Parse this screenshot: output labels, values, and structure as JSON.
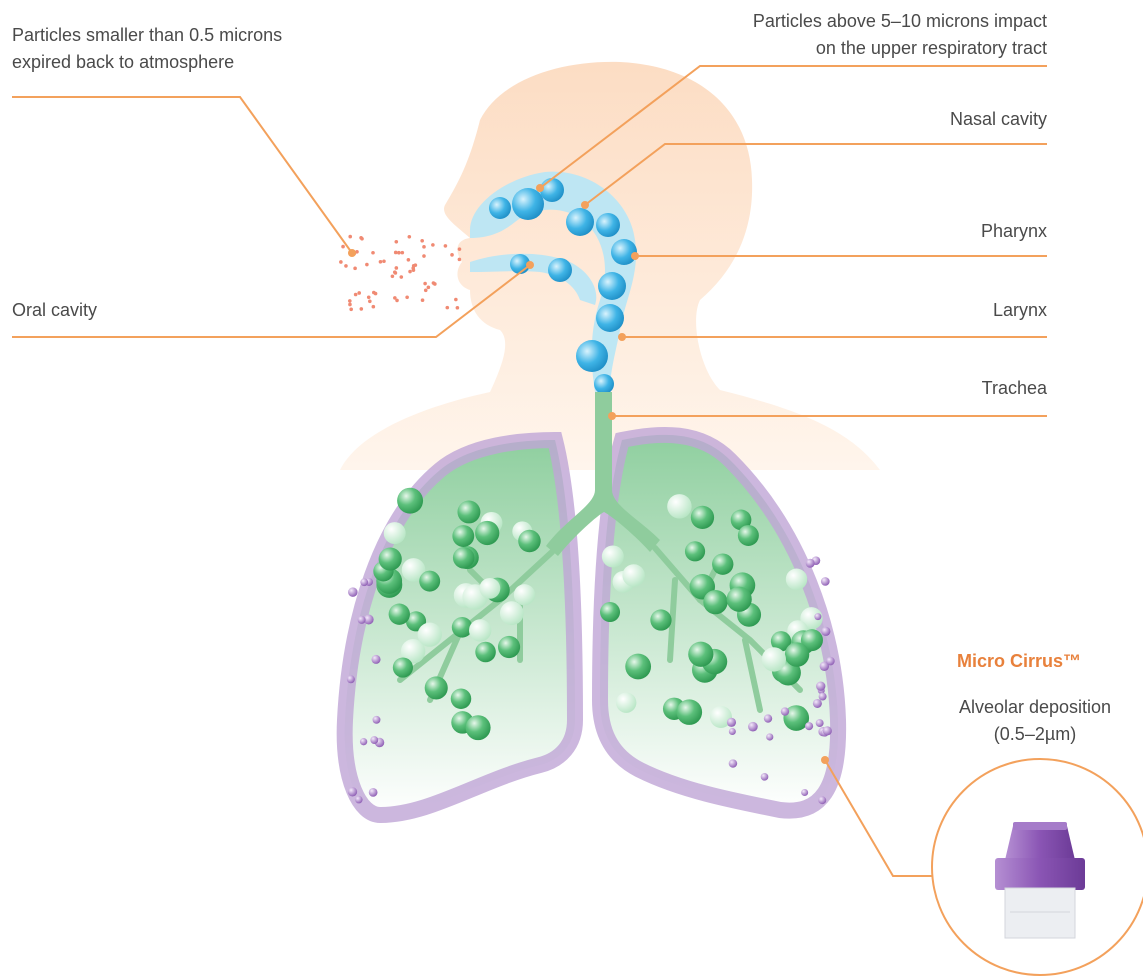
{
  "labels": {
    "small_particles_line1": "Particles smaller than 0.5 microns",
    "small_particles_line2": "expired back to atmosphere",
    "large_particles_line1": "Particles above 5–10 microns impact",
    "large_particles_line2": "on the upper respiratory tract",
    "nasal_cavity": "Nasal cavity",
    "pharynx": "Pharynx",
    "oral_cavity": "Oral cavity",
    "larynx": "Larynx",
    "trachea": "Trachea",
    "product_name": "Micro Cirrus™",
    "deposition_line1": "Alveolar deposition",
    "deposition_line2": "(0.5–2µm)"
  },
  "colors": {
    "leader_line": "#f3a15c",
    "text": "#4a4a4a",
    "brand": "#e8813c",
    "head_fill": "#fde4cf",
    "airway_blue": "#9fdcf2",
    "particle_blue": "#27a9e1",
    "lung_green": "#9fd3ad",
    "bronchi_green": "#8fcc9d",
    "particle_green": "#49b86a",
    "lung_purple": "#c6a8d6",
    "particle_purple": "#9a6cbc",
    "expired_particle": "#f08a73",
    "device_purple": "#8c5bb5"
  },
  "icons": {
    "inhaler_device": "nebulizer-cup-icon"
  }
}
